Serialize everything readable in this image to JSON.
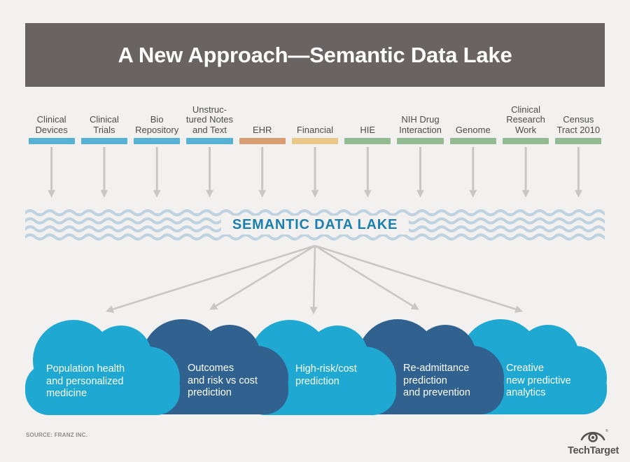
{
  "header": {
    "title": "A New Approach—Semantic Data Lake"
  },
  "sources": [
    {
      "label": "Clinical\nDevices",
      "color": "#56b1d3"
    },
    {
      "label": "Clinical\nTrials",
      "color": "#56b1d3"
    },
    {
      "label": "Bio\nRepository",
      "color": "#56b1d3"
    },
    {
      "label": "Unstruc-\ntured Notes\nand Text",
      "color": "#56b1d3"
    },
    {
      "label": "EHR",
      "color": "#d89d72"
    },
    {
      "label": "Financial",
      "color": "#e9c88a"
    },
    {
      "label": "HIE",
      "color": "#93ba91"
    },
    {
      "label": "NIH Drug\nInteraction",
      "color": "#93ba91"
    },
    {
      "label": "Genome",
      "color": "#93ba91"
    },
    {
      "label": "Clinical\nResearch\nWork",
      "color": "#93ba91"
    },
    {
      "label": "Census\nTract 2010",
      "color": "#93ba91"
    }
  ],
  "lake": {
    "label": "SEMANTIC DATA LAKE"
  },
  "clouds": [
    {
      "label": "Population health\nand personalized\nmedicine",
      "color": "#1ea8d2"
    },
    {
      "label": "Outcomes\nand risk vs cost\nprediction",
      "color": "#30618f"
    },
    {
      "label": "High-risk/cost\nprediction",
      "color": "#1ea8d2"
    },
    {
      "label": "Re-admittance\nprediction\nand prevention",
      "color": "#30618f"
    },
    {
      "label": "Creative\nnew predictive\nanalytics",
      "color": "#1ea8d2"
    }
  ],
  "footer": {
    "source": "SOURCE: FRANZ INC.",
    "brand": "TechTarget"
  },
  "theme": {
    "background": "#f2f1f0",
    "header_bg": "#696461",
    "arrow": "#c9c7c5",
    "wave": "#bed2e0",
    "lake_text": "#1b80ad"
  }
}
